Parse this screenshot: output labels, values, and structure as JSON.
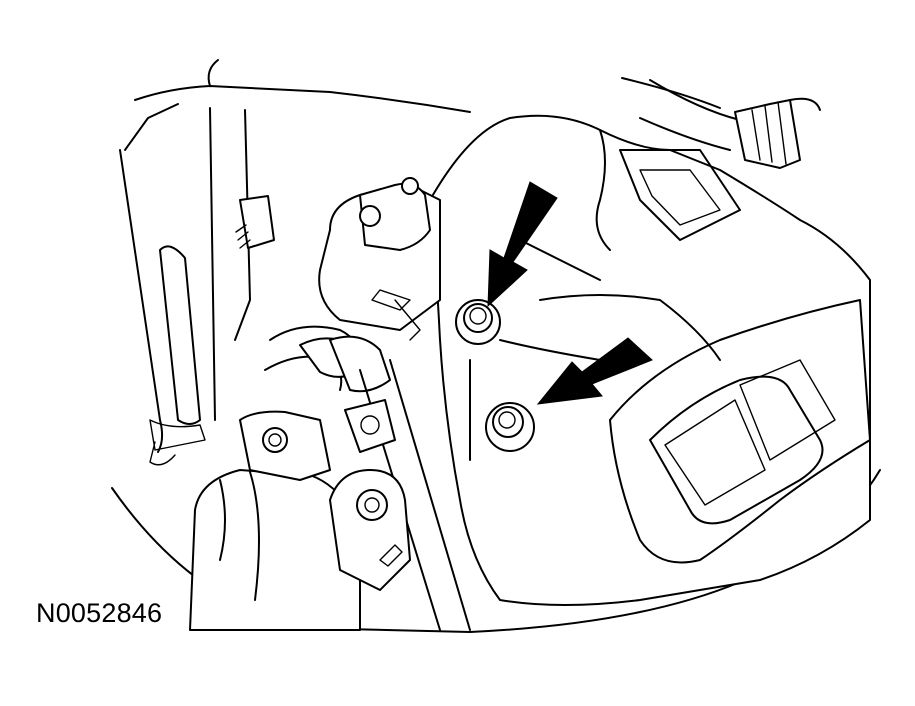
{
  "figure": {
    "illustration_id": "N0052846",
    "callouts": [
      {
        "target": "upper-bolt",
        "icon": "arrow-down-left"
      },
      {
        "target": "lower-bolt",
        "icon": "arrow-down-left"
      }
    ]
  }
}
